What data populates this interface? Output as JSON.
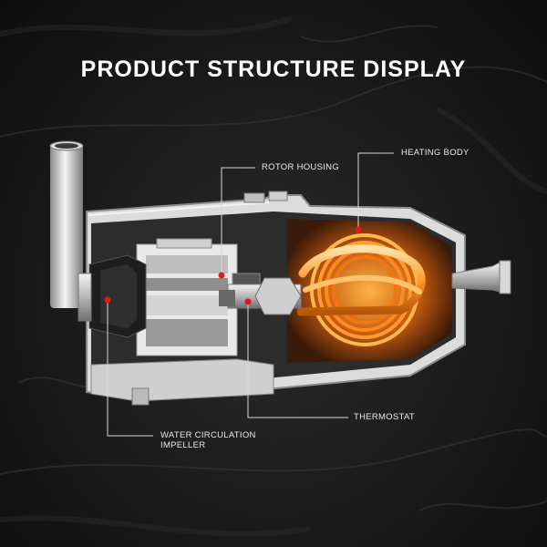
{
  "title": "PRODUCT STRUCTURE DISPLAY",
  "callouts": {
    "rotor_housing": "ROTOR HOUSING",
    "heating_body": "HEATING BODY",
    "thermostat": "THERMOSTAT",
    "impeller": "WATER CIRCULATION\nIMPELLER"
  },
  "colors": {
    "background": "#161616",
    "text": "#ffffff",
    "marker": "#e0191f",
    "coil": "#ff8a1c",
    "metal": "#c8c8c8"
  }
}
